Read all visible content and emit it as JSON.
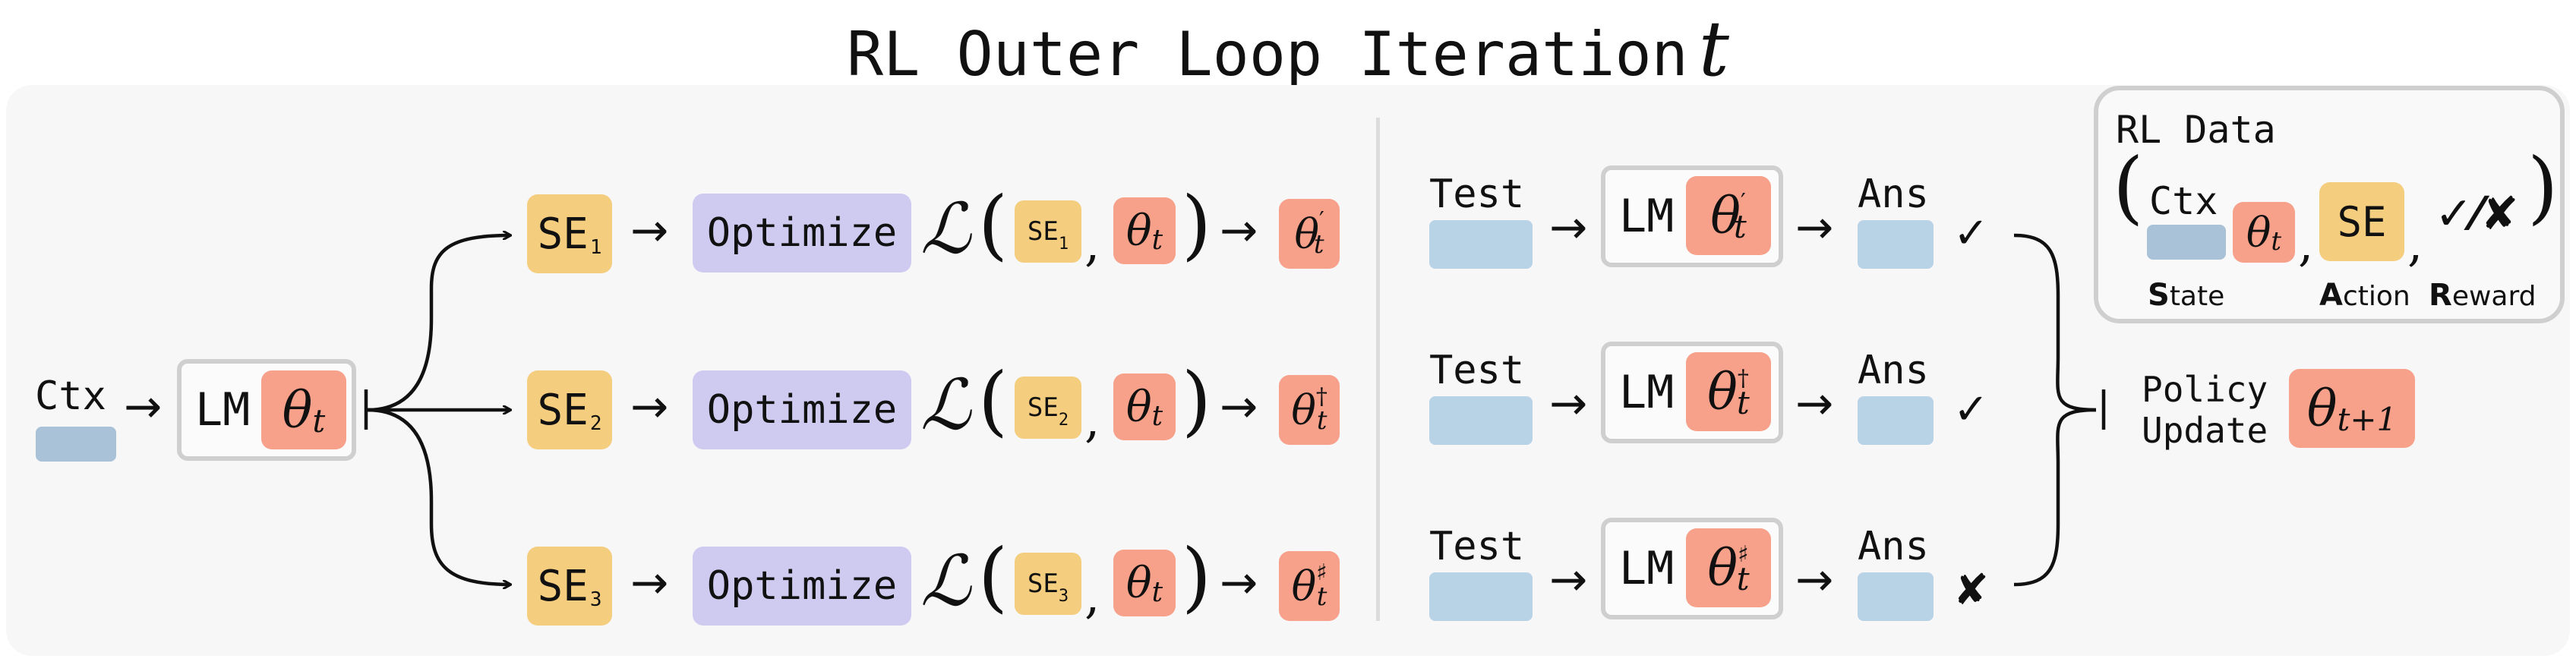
{
  "title": {
    "text": "RL Outer Loop Iteration",
    "var": "t"
  },
  "left": {
    "context_label": "Ctx",
    "lm_label": "LM",
    "theta_main": "θ",
    "theta_sub": "t",
    "rows": [
      {
        "se": "SE",
        "se_index": "1",
        "optimize": "Optimize",
        "loss": "ℒ",
        "result_mark": "′"
      },
      {
        "se": "SE",
        "se_index": "2",
        "optimize": "Optimize",
        "loss": "ℒ",
        "result_mark": "†"
      },
      {
        "se": "SE",
        "se_index": "3",
        "optimize": "Optimize",
        "loss": "ℒ",
        "result_mark": "♯"
      }
    ],
    "arrow": "→"
  },
  "right": {
    "rows": [
      {
        "test": "Test",
        "lm": "LM",
        "theta_mark": "′",
        "ans": "Ans",
        "outcome": "✓"
      },
      {
        "test": "Test",
        "lm": "LM",
        "theta_mark": "†",
        "ans": "Ans",
        "outcome": "✓"
      },
      {
        "test": "Test",
        "lm": "LM",
        "theta_mark": "♯",
        "ans": "Ans",
        "outcome": "✘"
      }
    ],
    "policy_update": {
      "line1": "Policy",
      "line2": "Update",
      "theta_main": "θ",
      "theta_sub": "t+1"
    }
  },
  "rl_data": {
    "title": "RL Data",
    "ctx": "Ctx",
    "theta_main": "θ",
    "theta_sub": "t",
    "se": "SE",
    "reward_symbol": "✓⁄✘",
    "state_initial": "S",
    "state_rest": "tate",
    "action_initial": "A",
    "action_rest": "ction",
    "reward_initial": "R",
    "reward_rest": "eward"
  },
  "colors": {
    "se": "#f4cd7f",
    "theta": "#f7a08a",
    "optimize": "#cfcbf0",
    "context": "#a9c2d8",
    "test_answer": "#b8d2e6",
    "frame": "#cfcfcf",
    "panel": "#f7f7f7"
  }
}
